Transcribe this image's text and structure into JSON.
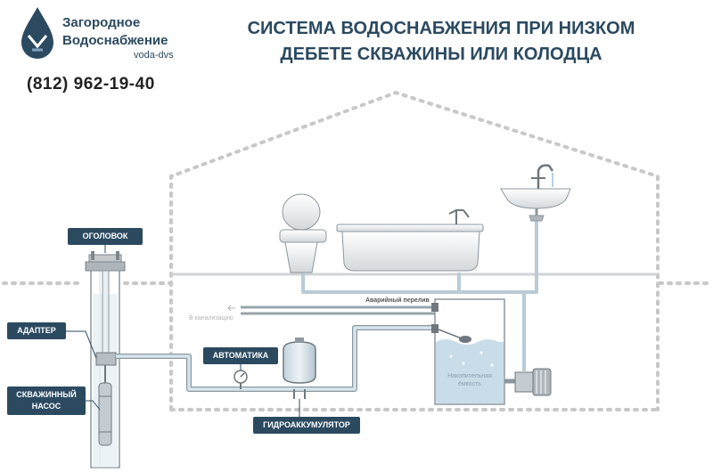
{
  "brand": {
    "name": "Загородное\nВодоснабжение",
    "sub": "voda-dvs",
    "phone": "(812) 962-19-40",
    "accent": "#2b4a60",
    "water": "#c9dde9"
  },
  "title": "СИСТЕМА ВОДОСНАБЖЕНИЯ ПРИ НИЗКОМ ДЕБЕТЕ СКВАЖИНЫ ИЛИ КОЛОДЦА",
  "labels": {
    "wellhead": "ОГОЛОВОК",
    "adapter": "АДАПТЕР",
    "pump": "СКВАЖИННЫЙ НАСОС",
    "automation": "АВТОМАТИКА",
    "accumulator": "ГИДРОАККУМУЛЯТОР"
  },
  "notes": {
    "overflow": "Аварийный перелив",
    "sewer": "В канализацию",
    "tank": "Накопительная ёмкость"
  }
}
